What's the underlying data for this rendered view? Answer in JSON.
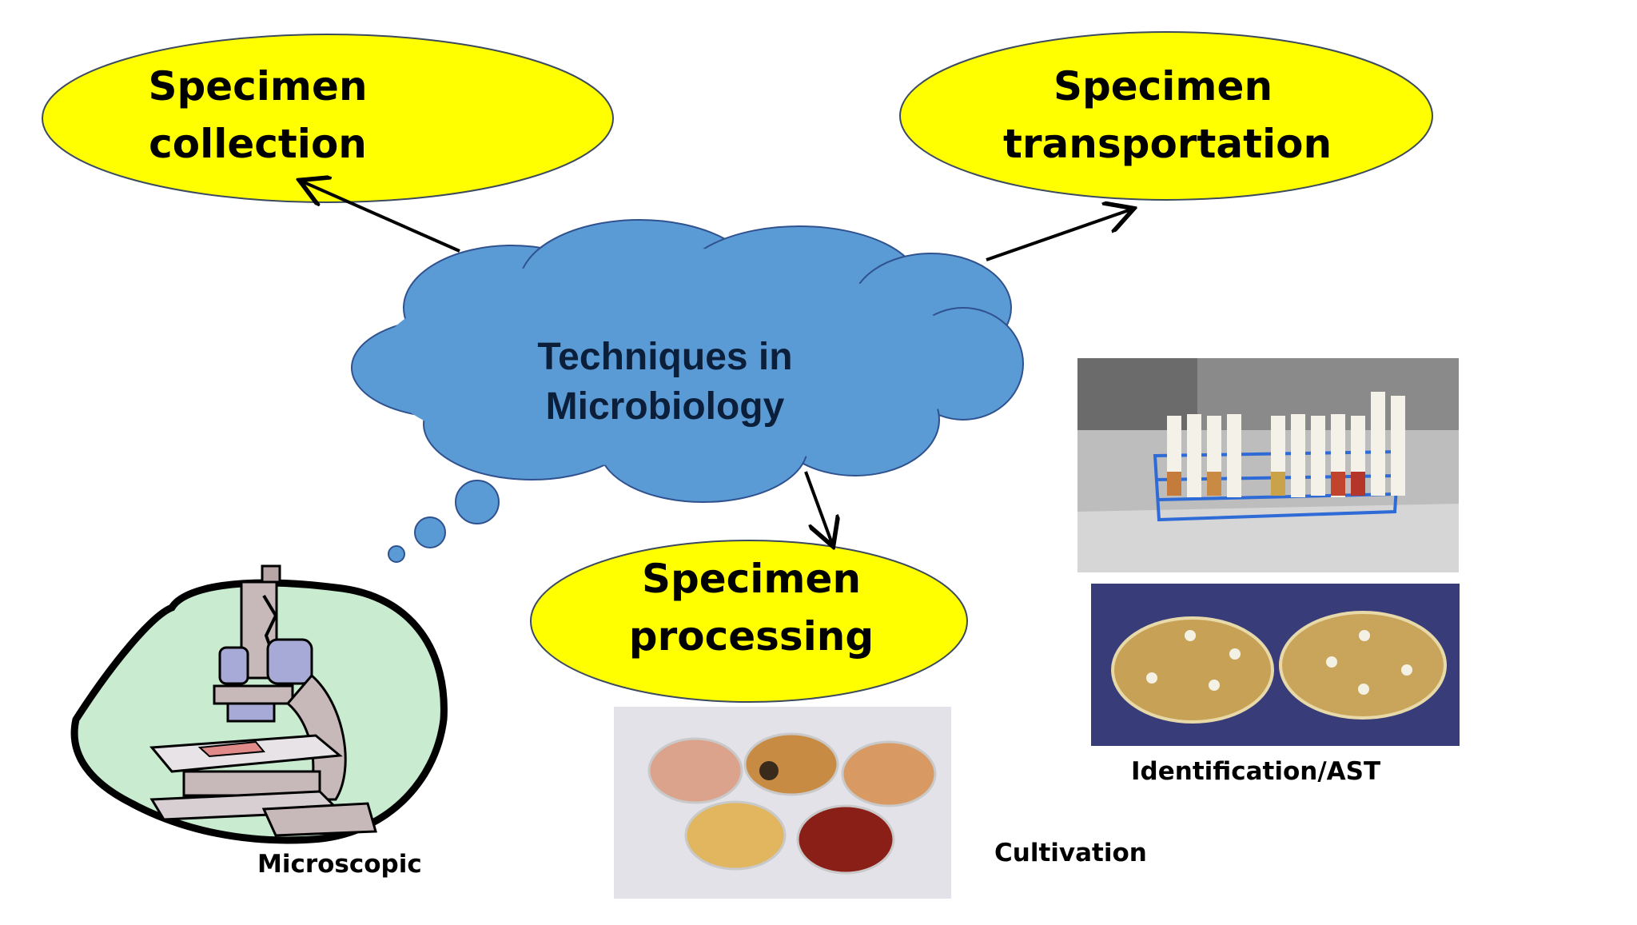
{
  "diagram": {
    "center": {
      "line1": "Techniques in",
      "line2": "Microbiology"
    },
    "nodes": [
      {
        "id": "collection",
        "line1": "Specimen",
        "line2": "collection"
      },
      {
        "id": "transportation",
        "line1": "Specimen",
        "line2": "transportation"
      },
      {
        "id": "processing",
        "line1": "Specimen",
        "line2": "processing"
      }
    ],
    "captions": {
      "microscopic": "Microscopic",
      "cultivation": "Cultivation",
      "identification": "Identification/AST"
    }
  },
  "colors": {
    "ellipse_fill": "#ffff00",
    "cloud_fill": "#5b9bd5",
    "cloud_stroke": "#2f528f",
    "arrow": "#000000"
  },
  "icons": {
    "microscope": "microscope-clipart-icon",
    "tube_rack": "test-tube-rack-photo",
    "petri_ast": "ast-petri-dish-photo",
    "petri_culture": "culture-plates-photo"
  }
}
